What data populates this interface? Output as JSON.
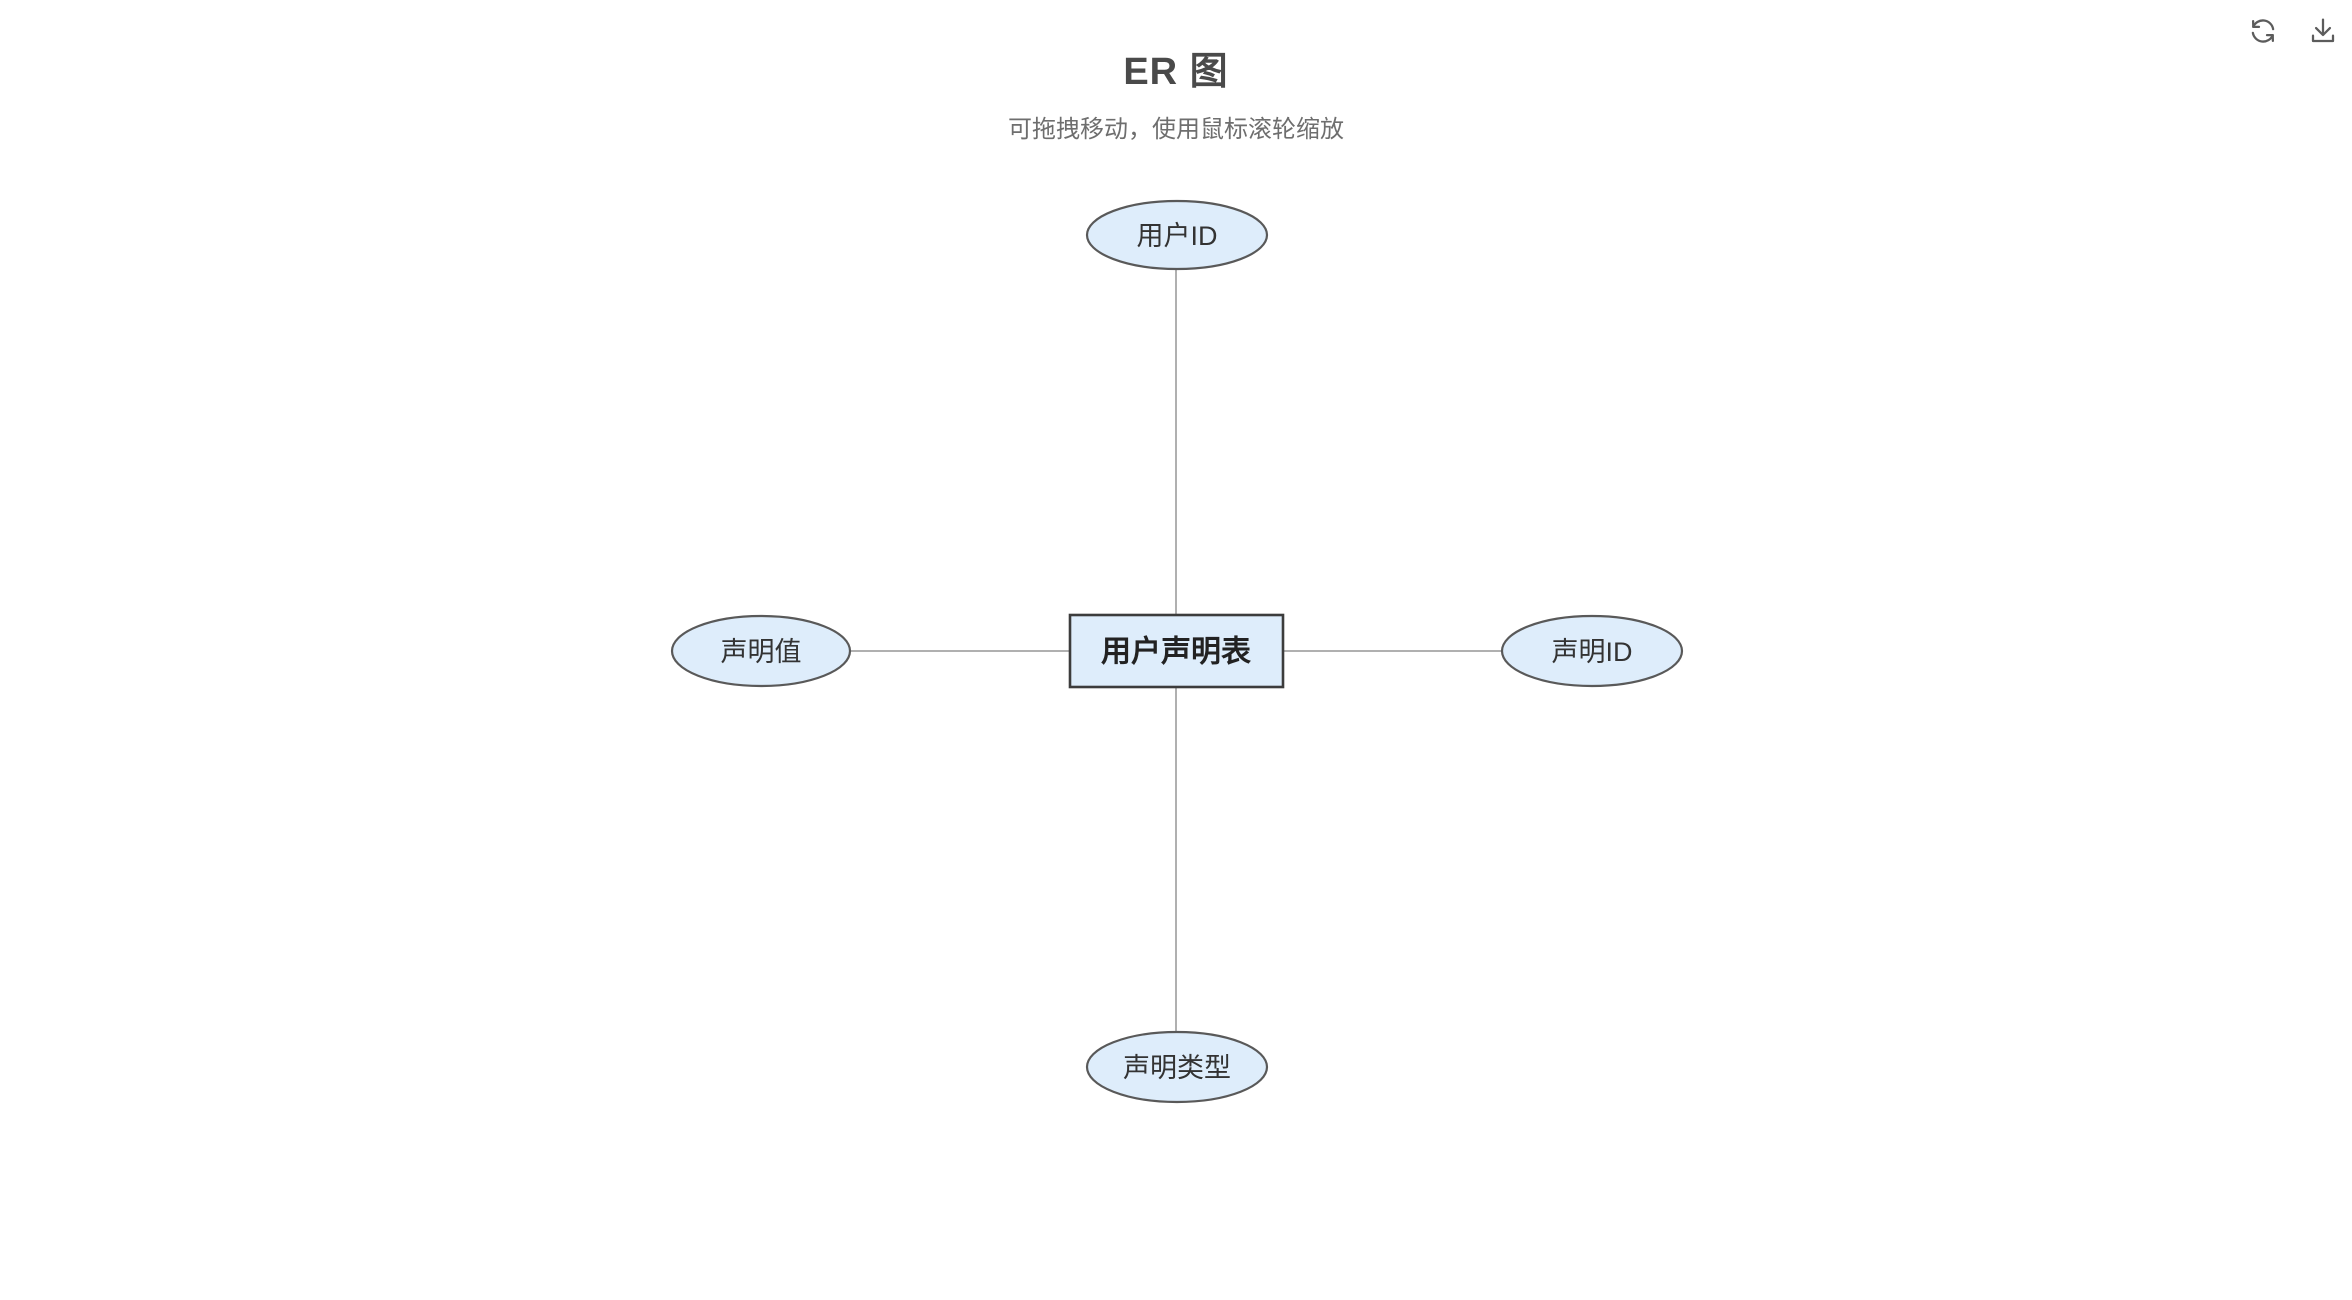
{
  "header": {
    "title": "ER 图",
    "subtitle": "可拖拽移动，使用鼠标滚轮缩放"
  },
  "toolbar": {
    "icons": [
      {
        "name": "refresh-icon",
        "action": "refresh"
      },
      {
        "name": "download-icon",
        "action": "download"
      }
    ]
  },
  "diagram": {
    "type": "er-diagram",
    "entity": {
      "label": "用户声明表",
      "shape": "rectangle"
    },
    "attributes": [
      {
        "label": "用户ID",
        "position": "top",
        "shape": "ellipse"
      },
      {
        "label": "声明ID",
        "position": "right",
        "shape": "ellipse"
      },
      {
        "label": "声明类型",
        "position": "bottom",
        "shape": "ellipse"
      },
      {
        "label": "声明值",
        "position": "left",
        "shape": "ellipse"
      }
    ],
    "edges": [
      {
        "from": "用户声明表",
        "to": "用户ID"
      },
      {
        "from": "用户声明表",
        "to": "声明ID"
      },
      {
        "from": "用户声明表",
        "to": "声明类型"
      },
      {
        "from": "用户声明表",
        "to": "声明值"
      }
    ],
    "colors": {
      "node_fill": "#deedfb",
      "attribute_stroke": "#595959",
      "entity_stroke": "#3c3c3c",
      "connector": "#b0b0b0",
      "title_text": "#4a4a4a",
      "subtitle_text": "#6e6e6e",
      "node_text": "#333333",
      "background": "#ffffff"
    }
  }
}
